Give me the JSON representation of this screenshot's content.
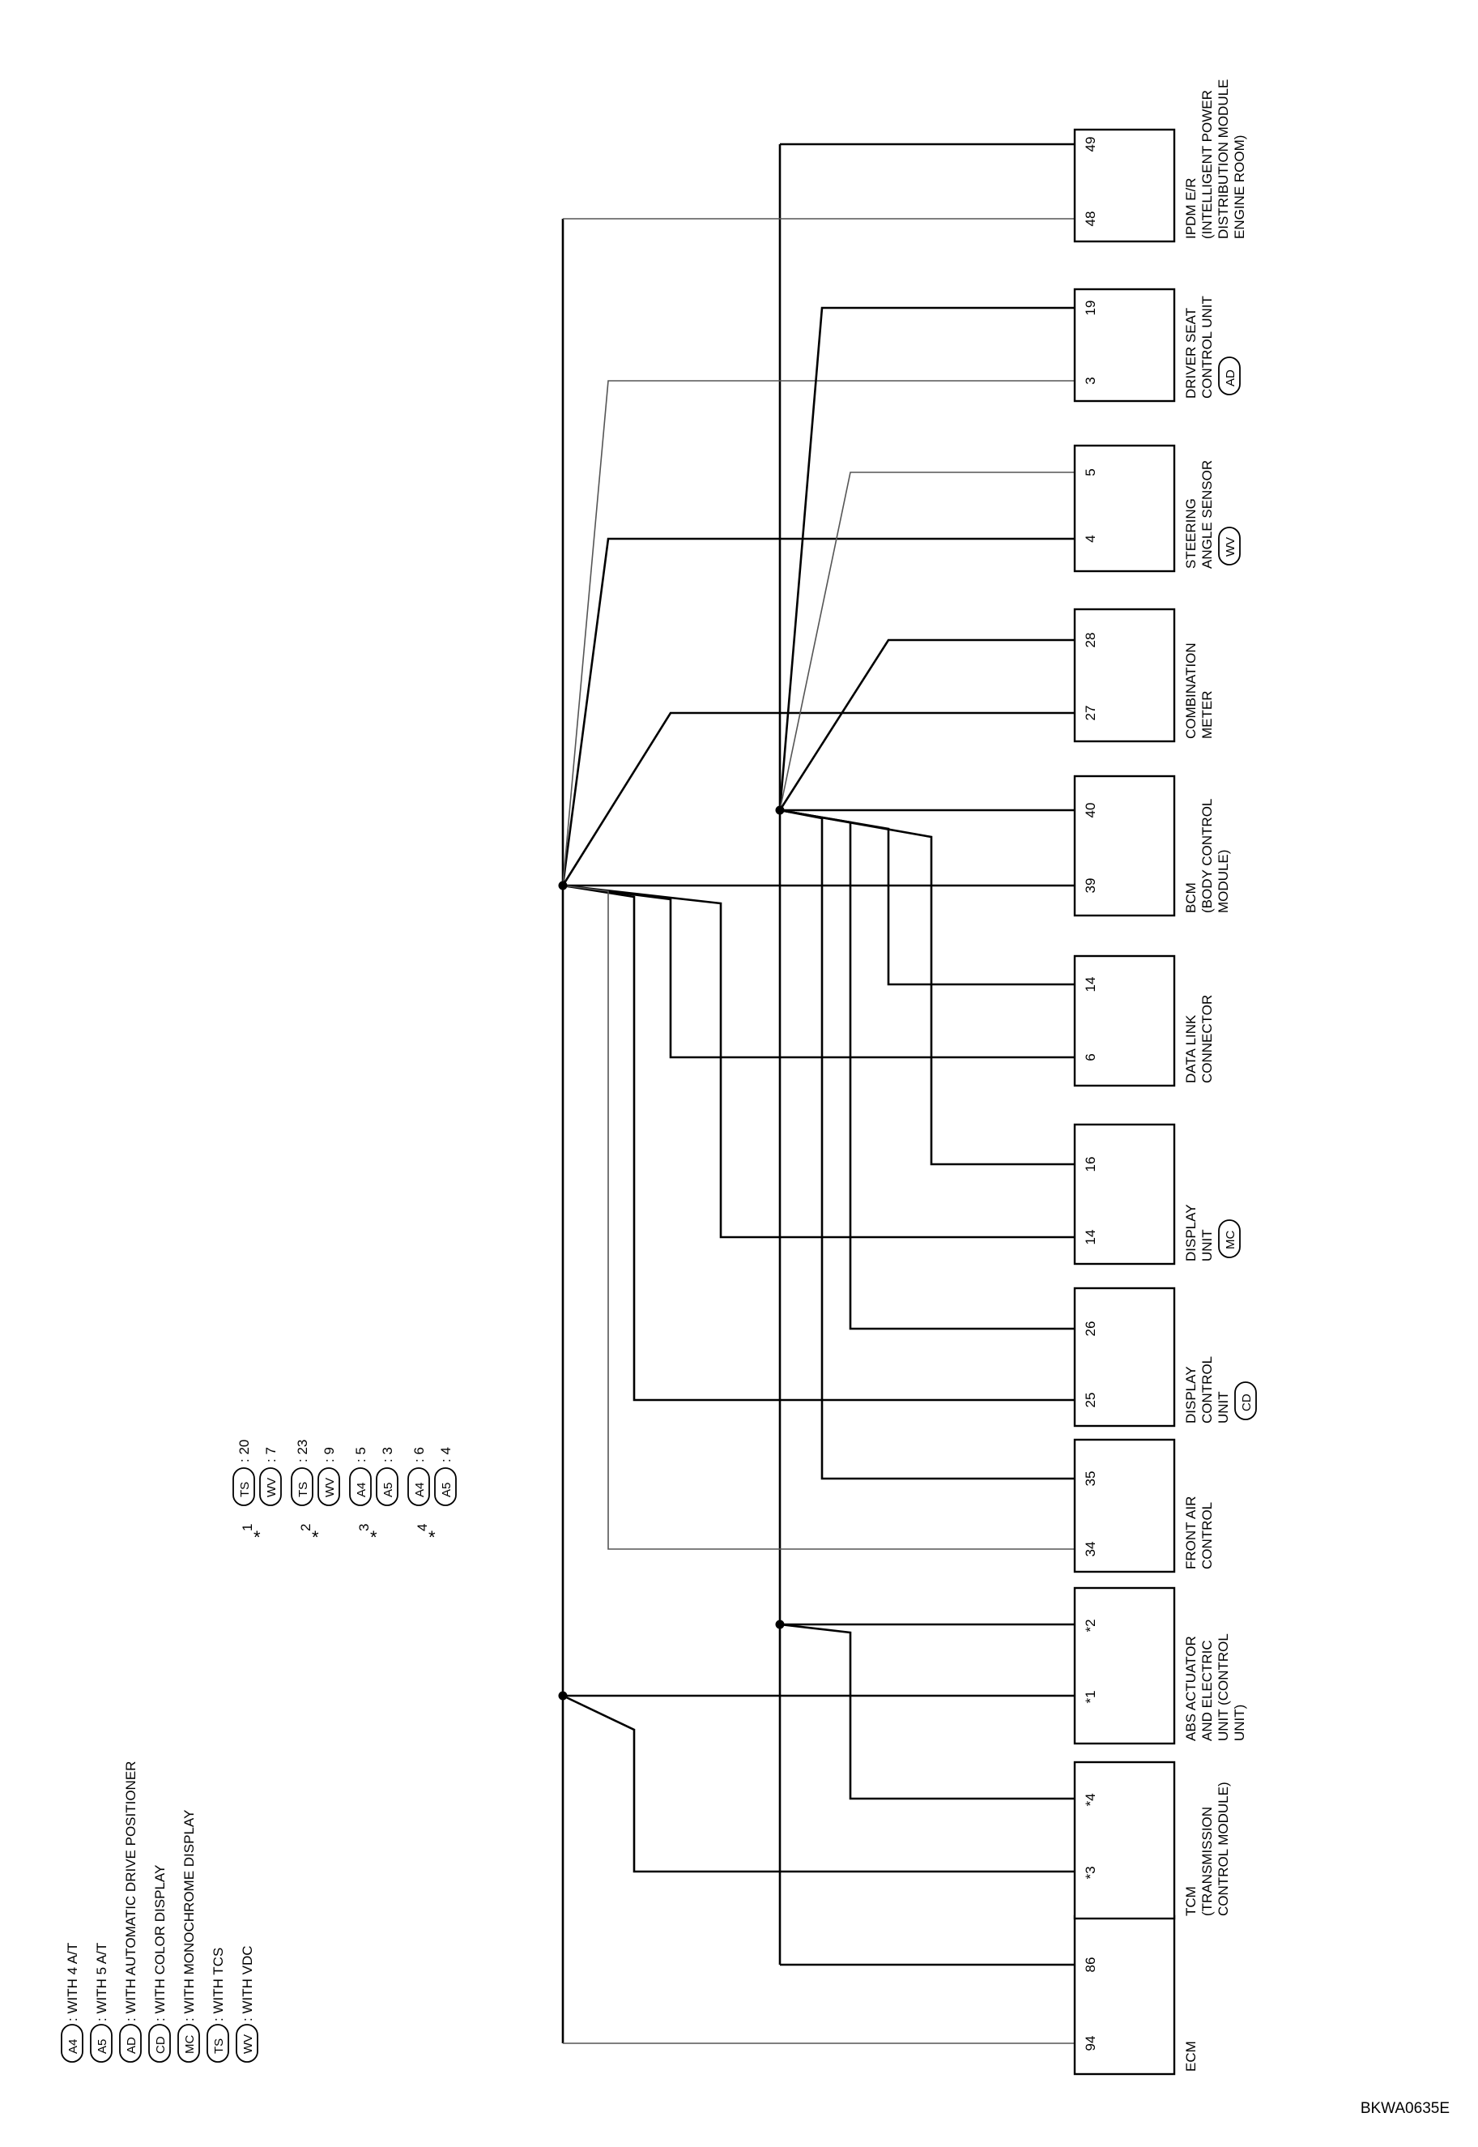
{
  "legend": [
    {
      "code": "A4",
      "text": ": WITH 4 A/T"
    },
    {
      "code": "A5",
      "text": ": WITH 5 A/T"
    },
    {
      "code": "AD",
      "text": ": WITH AUTOMATIC DRIVE POSITIONER"
    },
    {
      "code": "CD",
      "text": ": WITH COLOR DISPLAY"
    },
    {
      "code": "MC",
      "text": ": WITH MONOCHROME DISPLAY"
    },
    {
      "code": "TS",
      "text": ": WITH TCS"
    },
    {
      "code": "WV",
      "text": ": WITH VDC"
    }
  ],
  "notes": [
    {
      "star": "*",
      "num": "1",
      "items": [
        {
          "code": "TS",
          "value": ": 20"
        },
        {
          "code": "WV",
          "value": ": 7"
        }
      ]
    },
    {
      "star": "*",
      "num": "2",
      "items": [
        {
          "code": "TS",
          "value": ": 23"
        },
        {
          "code": "WV",
          "value": ": 9"
        }
      ]
    },
    {
      "star": "*",
      "num": "3",
      "items": [
        {
          "code": "A4",
          "value": ": 5"
        },
        {
          "code": "A5",
          "value": ": 3"
        }
      ]
    },
    {
      "star": "*",
      "num": "4",
      "items": [
        {
          "code": "A4",
          "value": ": 6"
        },
        {
          "code": "A5",
          "value": ": 4"
        }
      ]
    }
  ],
  "modules": [
    {
      "id": "ecm",
      "labels": [
        "ECM"
      ],
      "pins": [
        "94",
        "86"
      ]
    },
    {
      "id": "tcm",
      "labels": [
        "TCM",
        "(TRANSMISSION",
        "CONTROL MODULE)"
      ],
      "pins": [
        "*3",
        "*4"
      ]
    },
    {
      "id": "abs",
      "labels": [
        "ABS ACTUATOR",
        "AND ELECTRIC",
        "UNIT (CONTROL",
        "UNIT)"
      ],
      "pins": [
        "*1",
        "*2"
      ]
    },
    {
      "id": "front-air",
      "labels": [
        "FRONT AIR",
        "CONTROL"
      ],
      "pins": [
        "34",
        "35"
      ]
    },
    {
      "id": "display-control",
      "labels": [
        "DISPLAY",
        "CONTROL",
        "UNIT"
      ],
      "pins": [
        "25",
        "26"
      ],
      "badge": "CD"
    },
    {
      "id": "display-unit",
      "labels": [
        "DISPLAY",
        "UNIT"
      ],
      "pins": [
        "14",
        "16"
      ],
      "badge": "MC"
    },
    {
      "id": "data-link",
      "labels": [
        "DATA LINK",
        "CONNECTOR"
      ],
      "pins": [
        "6",
        "14"
      ]
    },
    {
      "id": "bcm",
      "labels": [
        "BCM",
        "(BODY CONTROL",
        "MODULE)"
      ],
      "pins": [
        "39",
        "40"
      ]
    },
    {
      "id": "combination-meter",
      "labels": [
        "COMBINATION",
        "METER"
      ],
      "pins": [
        "27",
        "28"
      ]
    },
    {
      "id": "steering",
      "labels": [
        "STEERING",
        "ANGLE SENSOR"
      ],
      "pins": [
        "4",
        "5"
      ],
      "badge": "WV"
    },
    {
      "id": "driver-seat",
      "labels": [
        "DRIVER SEAT",
        "CONTROL UNIT"
      ],
      "pins": [
        "3",
        "19"
      ],
      "badge": "AD"
    },
    {
      "id": "ipdm",
      "labels": [
        "IPDM E/R",
        "(INTELLIGENT POWER",
        "DISTRIBUTION MODULE",
        "ENGINE ROOM)"
      ],
      "pins": [
        "48",
        "49"
      ]
    }
  ],
  "reference_code": "BKWA0635E"
}
